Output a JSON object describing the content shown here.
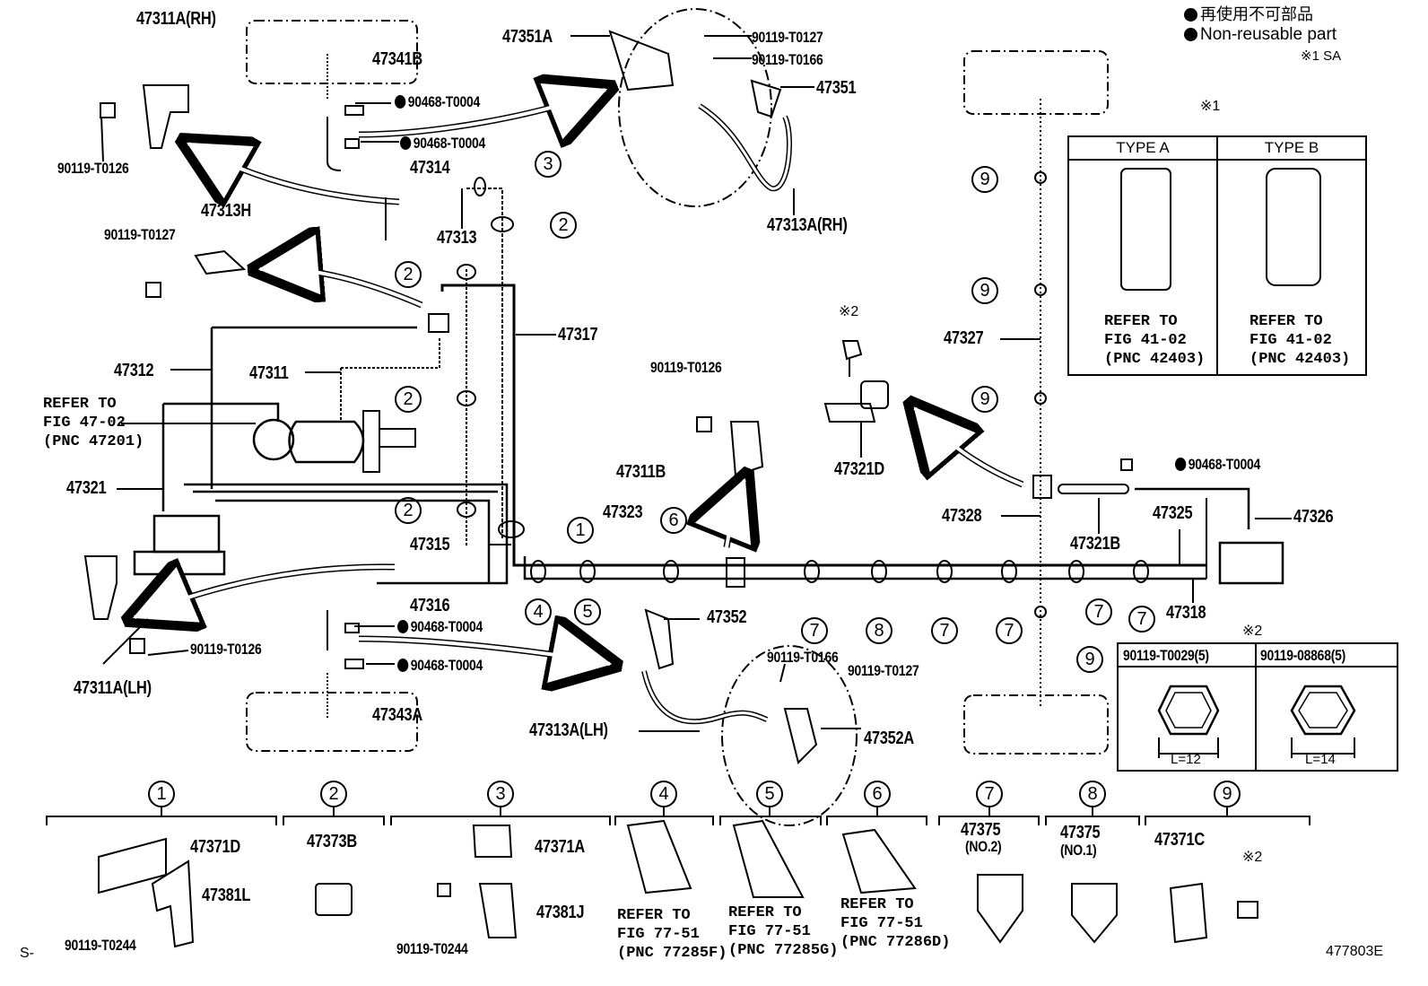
{
  "legend": {
    "line_jp": "再使用不可部品",
    "line_en": "Non-reusable part",
    "note": "※1 SA"
  },
  "marks": {
    "ref1": "※1",
    "ref2": "※2"
  },
  "footer": {
    "left": "S-",
    "right": "477803E"
  },
  "parts": {
    "p47311A_RH": "47311A(RH)",
    "p47341B": "47341B",
    "p90468_1": "90468-T0004",
    "p90468_2": "90468-T0004",
    "p47314": "47314",
    "p47313": "47313",
    "p90119_T0126_a": "90119-T0126",
    "p47313H": "47313H",
    "p90119_T0127_a": "90119-T0127",
    "p47351A": "47351A",
    "p90119_T0127_b": "90119-T0127",
    "p90119_T0166_a": "90119-T0166",
    "p47351": "47351",
    "p47313A_RH": "47313A(RH)",
    "p47317": "47317",
    "p47312": "47312",
    "p47311": "47311",
    "p47321": "47321",
    "p47315": "47315",
    "p47316": "47316",
    "p90468_3": "90468-T0004",
    "p90468_4": "90468-T0004",
    "p47343A": "47343A",
    "p47311A_LH": "47311A(LH)",
    "p90119_T0126_b": "90119-T0126",
    "p90119_T0126_c": "90119-T0126",
    "p47311B": "47311B",
    "p47323": "47323",
    "p47352": "47352",
    "p90119_T0166_b": "90119-T0166",
    "p90119_T0127_c": "90119-T0127",
    "p47352A": "47352A",
    "p47313A_LH": "47313A(LH)",
    "p47321D": "47321D",
    "p47327": "47327",
    "p47328": "47328",
    "p90468_5": "90468-T0004",
    "p47321B": "47321B",
    "p47325": "47325",
    "p47326": "47326",
    "p47318": "47318"
  },
  "refer_boxes": {
    "master_cyl": [
      "REFER TO",
      "FIG 47-02",
      "(PNC 47201)"
    ],
    "typeA": [
      "REFER TO",
      "FIG 41-02",
      "(PNC 42403)"
    ],
    "typeB": [
      "REFER TO",
      "FIG 41-02",
      "(PNC 42403)"
    ]
  },
  "type_table": {
    "col_a": "TYPE A",
    "col_b": "TYPE B"
  },
  "bolt_table": {
    "col_a": "90119-T0029(5)",
    "col_b": "90119-08868(5)",
    "len_a": "L=12",
    "len_b": "L=14"
  },
  "callouts": [
    "1",
    "2",
    "3",
    "4",
    "5",
    "6",
    "7",
    "8",
    "9"
  ],
  "bottom": {
    "g1": {
      "num": "1",
      "a": "47371D",
      "b": "47381L",
      "c": "90119-T0244"
    },
    "g2": {
      "num": "2",
      "a": "47373B"
    },
    "g3": {
      "num": "3",
      "a": "47371A",
      "b": "47381J",
      "c": "90119-T0244"
    },
    "g4": {
      "num": "4",
      "ref": [
        "REFER TO",
        "FIG 77-51",
        "(PNC 77285F)"
      ]
    },
    "g5": {
      "num": "5",
      "ref": [
        "REFER TO",
        "FIG 77-51",
        "(PNC 77285G)"
      ]
    },
    "g6": {
      "num": "6",
      "ref": [
        "REFER TO",
        "FIG 77-51",
        "(PNC 77286D)"
      ]
    },
    "g7": {
      "num": "7",
      "a": "47375",
      "b": "(NO.2)"
    },
    "g8": {
      "num": "8",
      "a": "47375",
      "b": "(NO.1)"
    },
    "g9": {
      "num": "9",
      "a": "47371C",
      "mark": "※2"
    }
  }
}
